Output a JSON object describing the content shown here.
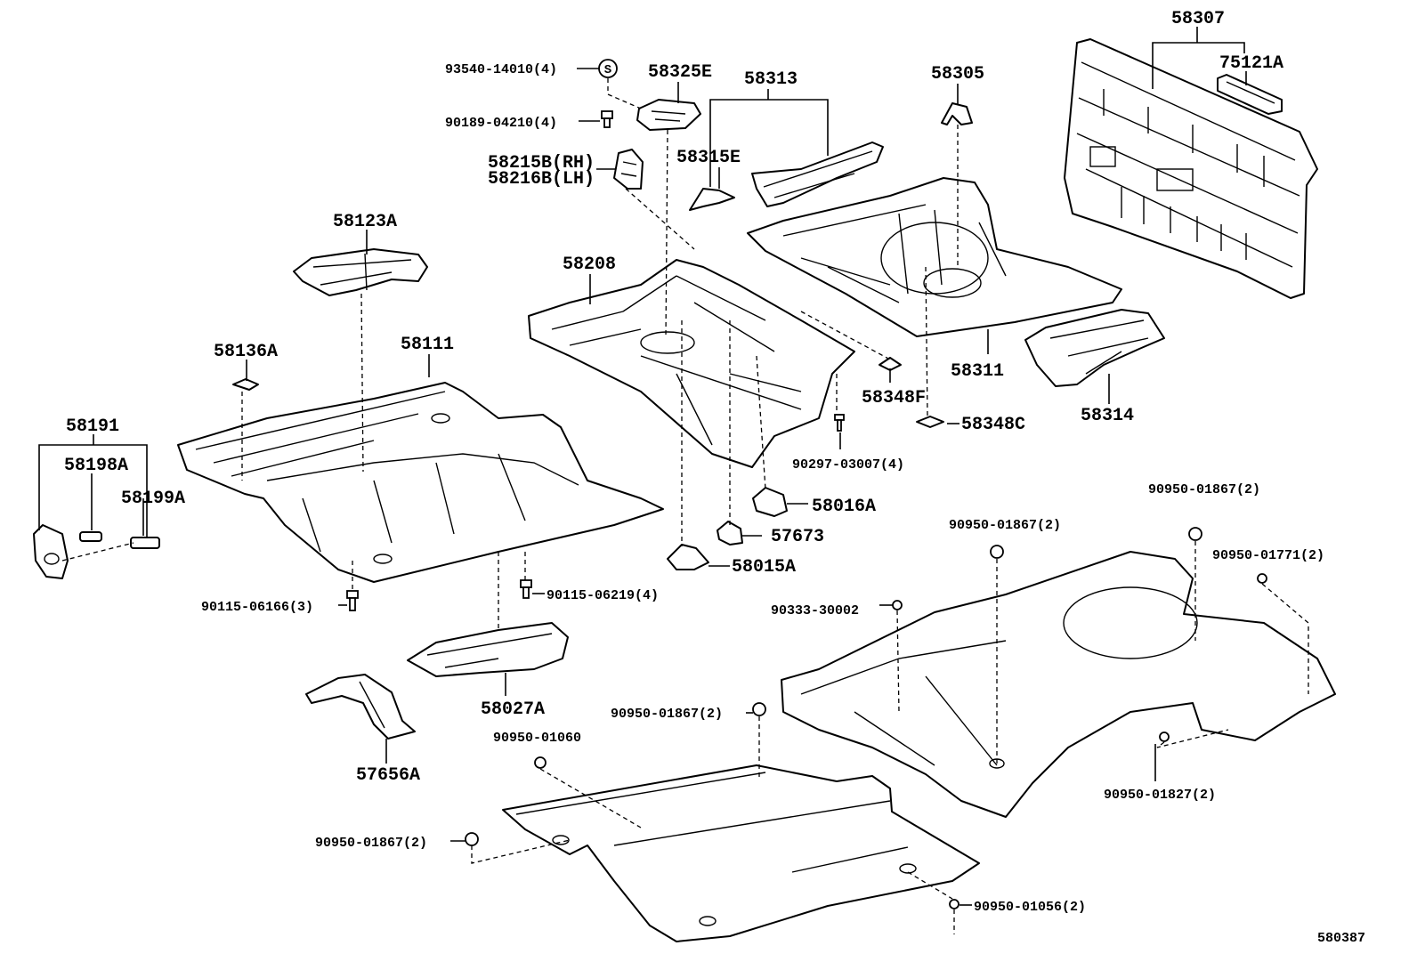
{
  "diagram_id": "580387",
  "callouts": {
    "c58307": "58307",
    "c75121A": "75121A",
    "c93540": "93540-14010(4)",
    "c58325E": "58325E",
    "c58313": "58313",
    "c58305": "58305",
    "c90189": "90189-04210(4)",
    "c58215B": "58215B(RH)",
    "c58216B": "58216B(LH)",
    "c58315E": "58315E",
    "c58123A": "58123A",
    "c58208": "58208",
    "c58136A": "58136A",
    "c58111": "58111",
    "c58311": "58311",
    "c58348F": "58348F",
    "c58348C": "58348C",
    "c58314": "58314",
    "c58191": "58191",
    "c58198A": "58198A",
    "c58199A": "58199A",
    "c90297": "90297-03007(4)",
    "c58016A": "58016A",
    "c57673": "57673",
    "c58015A": "58015A",
    "c90950_01867_a": "90950-01867(2)",
    "c90950_01867_b": "90950-01867(2)",
    "c90950_01771": "90950-01771(2)",
    "c90115_06166": "90115-06166(3)",
    "c90115_06219": "90115-06219(4)",
    "c90333": "90333-30002",
    "c58027A": "58027A",
    "c90950_01867_c": "90950-01867(2)",
    "c90950_01060": "90950-01060",
    "c57656A": "57656A",
    "c90950_01827": "90950-01827(2)",
    "c90950_01867_d": "90950-01867(2)",
    "c90950_01056": "90950-01056(2)"
  },
  "symbol": "S"
}
